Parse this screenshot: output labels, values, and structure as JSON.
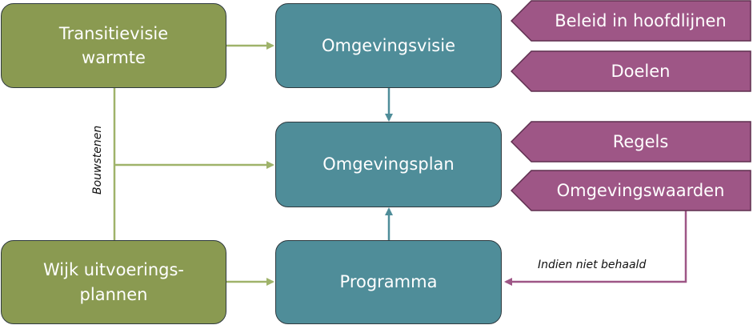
{
  "boxes": {
    "transitievisie": {
      "line1": "Transitievisie",
      "line2": "warmte"
    },
    "wijk": {
      "line1": "Wijk uitvoerings-",
      "line2": "plannen"
    },
    "omgevingsvisie": "Omgevingsvisie",
    "omgevingsplan": "Omgevingsplan",
    "programma": "Programma"
  },
  "tags": {
    "beleid": "Beleid in hoofdlijnen",
    "doelen": "Doelen",
    "regels": "Regels",
    "omgevingswaarden": "Omgevingswaarden"
  },
  "labels": {
    "bouwstenen": "Bouwstenen",
    "indien": "Indien niet behaald"
  },
  "colors": {
    "green_box": "#8a9a51",
    "teal_box": "#4f8d99",
    "purple_tag": "#9e5686",
    "green_arrow": "#9fb36a",
    "teal_arrow": "#4f8d99"
  }
}
